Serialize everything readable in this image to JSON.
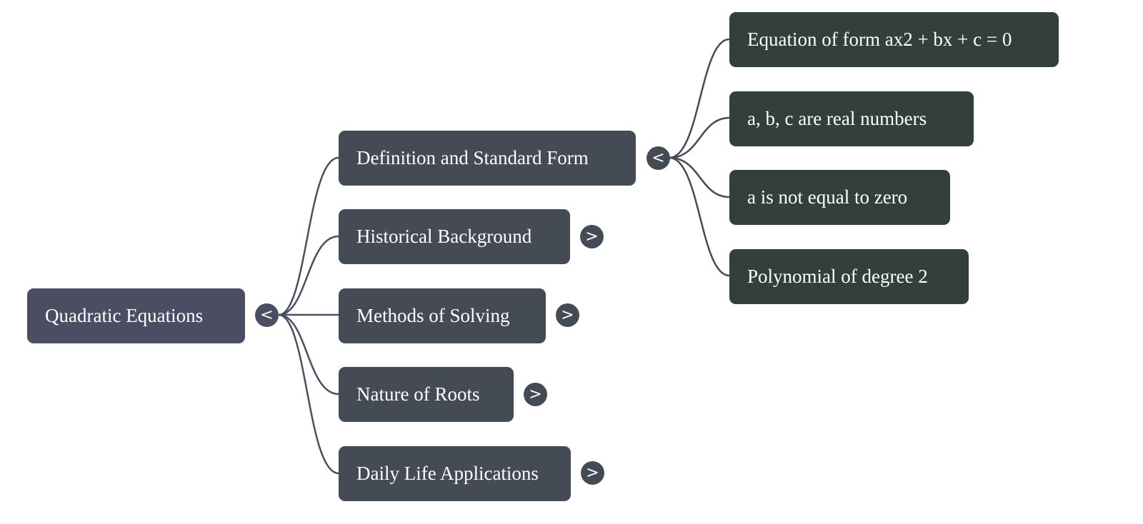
{
  "mindmap": {
    "root": {
      "label": "Quadratic Equations",
      "toggle": "<",
      "expanded": true
    },
    "children": [
      {
        "label": "Definition and Standard Form",
        "toggle": "<",
        "expanded": true,
        "children": [
          {
            "label": "Equation of form ax2 + bx + c = 0"
          },
          {
            "label": "a, b, c are real numbers"
          },
          {
            "label": "a is not equal to zero"
          },
          {
            "label": "Polynomial of degree 2"
          }
        ]
      },
      {
        "label": "Historical Background",
        "toggle": ">",
        "expanded": false
      },
      {
        "label": "Methods of Solving",
        "toggle": ">",
        "expanded": false
      },
      {
        "label": "Nature of Roots",
        "toggle": ">",
        "expanded": false
      },
      {
        "label": "Daily Life Applications",
        "toggle": ">",
        "expanded": false
      }
    ]
  },
  "colors": {
    "root": "#4b4e63",
    "level1": "#454b54",
    "level2": "#323f3d",
    "edge": "#4b4e63",
    "text": "#ffffff"
  }
}
